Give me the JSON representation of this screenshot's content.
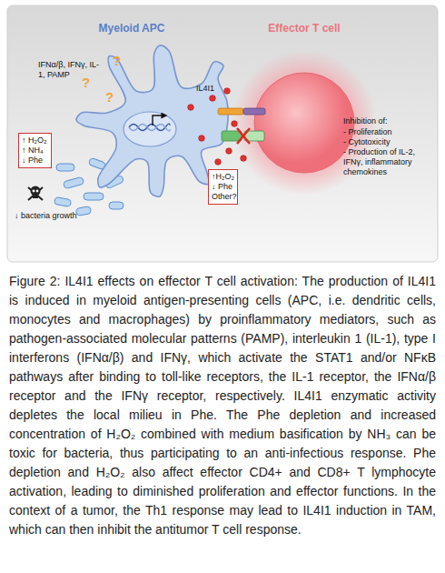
{
  "diagram": {
    "caption": "Figure 2: IL4I1 effects on effector T cell activation: The production of IL4I1 is induced in myeloid antigen-presenting cells (APC, i.e. dendritic cells, monocytes and macrophages) by proinflammatory mediators, such as pathogen-associated molecular patterns (PAMP), interleukin 1 (IL-1), type I interferons (IFNα/β) and IFNγ, which activate the STAT1 and/or NFκB pathways after binding to toll-like receptors, the IL-1 receptor, the IFNα/β receptor and the IFNγ receptor, respectively. IL4I1 enzymatic activity depletes the local milieu in Phe. The Phe depletion and increased concentration of H₂O₂ combined with medium basification by NH₃ can be toxic for bacteria, thus participating to an anti-infectious response. Phe depletion and H₂O₂ also affect effector CD4+ and CD8+ T lymphocyte activation, leading to diminished proliferation and effector functions. In the context of a tumor, the Th1 response may lead to IL4I1 induction in TAM, which can then inhibit the antitumor T cell response.",
    "nodes": [
      {
        "text": [
          "Myeloid APC"
        ]
      },
      {
        "text": [
          "Effector T cell"
        ]
      },
      {
        "text": [
          "↑ H₂O₂ ↑ NH₄ ↓ Phe"
        ]
      },
      {
        "text": [
          "↑H₂O₂ ↓ Phe Other?"
        ]
      }
    ],
    "labels": [
      "IFNα/β, IFNγ, IL-1, PAMP",
      "?",
      "?",
      "?",
      "IL4I1",
      "Inhibition of:",
      "- Proliferation",
      "- Cytotoxicity",
      "- Production of IL-2, IFNγ, inflammatory chemokines",
      "↓ bacteria growth"
    ]
  }
}
